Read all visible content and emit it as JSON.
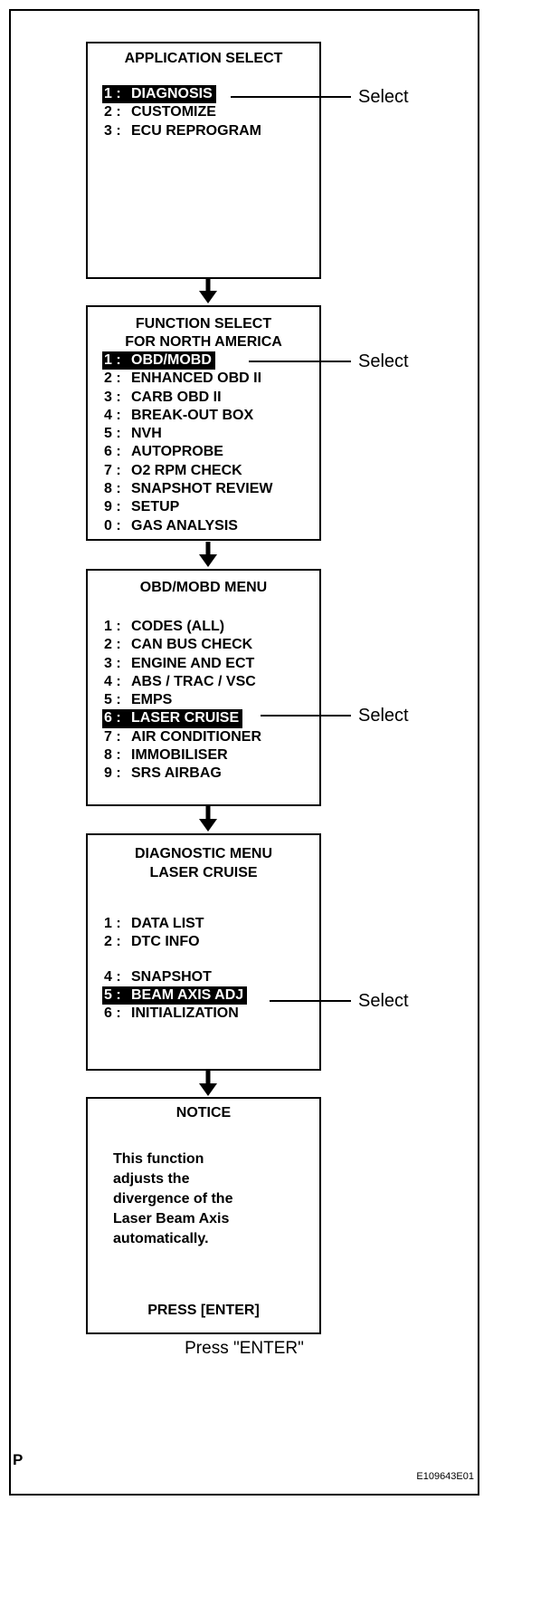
{
  "screen1": {
    "title": "APPLICATION SELECT",
    "items": [
      {
        "num": "1 :",
        "label": "DIAGNOSIS",
        "selected": true
      },
      {
        "num": "2 :",
        "label": "CUSTOMIZE"
      },
      {
        "num": "3 :",
        "label": "ECU REPROGRAM"
      }
    ],
    "callout": "Select"
  },
  "screen2": {
    "title_line1": "FUNCTION SELECT",
    "title_line2": "FOR NORTH AMERICA",
    "items": [
      {
        "num": "1 :",
        "label": "OBD/MOBD",
        "selected": true
      },
      {
        "num": "2 :",
        "label": "ENHANCED OBD II"
      },
      {
        "num": "3 :",
        "label": "CARB OBD II"
      },
      {
        "num": "4 :",
        "label": "BREAK-OUT BOX"
      },
      {
        "num": "5 :",
        "label": "NVH"
      },
      {
        "num": "6 :",
        "label": "AUTOPROBE"
      },
      {
        "num": "7 :",
        "label": "O2 RPM CHECK"
      },
      {
        "num": "8 :",
        "label": "SNAPSHOT REVIEW"
      },
      {
        "num": "9 :",
        "label": "SETUP"
      },
      {
        "num": "0 :",
        "label": "GAS ANALYSIS"
      }
    ],
    "callout": "Select"
  },
  "screen3": {
    "title": "OBD/MOBD MENU",
    "items": [
      {
        "num": "1 :",
        "label": "CODES (ALL)"
      },
      {
        "num": "2 :",
        "label": "CAN BUS CHECK"
      },
      {
        "num": "3 :",
        "label": "ENGINE AND ECT"
      },
      {
        "num": "4 :",
        "label": "ABS / TRAC / VSC"
      },
      {
        "num": "5 :",
        "label": "EMPS"
      },
      {
        "num": "6 :",
        "label": "LASER CRUISE",
        "selected": true
      },
      {
        "num": "7 :",
        "label": "AIR CONDITIONER"
      },
      {
        "num": "8 :",
        "label": "IMMOBILISER"
      },
      {
        "num": "9 :",
        "label": "SRS AIRBAG"
      }
    ],
    "callout": "Select"
  },
  "screen4": {
    "title_line1": "DIAGNOSTIC MENU",
    "title_line2": "LASER CRUISE",
    "items": [
      {
        "num": "1 :",
        "label": "DATA LIST"
      },
      {
        "num": "2 :",
        "label": "DTC INFO"
      },
      {
        "num": "4 :",
        "label": "SNAPSHOT",
        "gap": true
      },
      {
        "num": "5 :",
        "label": "BEAM AXIS ADJ",
        "selected": true
      },
      {
        "num": "6 :",
        "label": "INITIALIZATION"
      }
    ],
    "callout": "Select"
  },
  "screen5": {
    "title": "NOTICE",
    "text_lines": [
      "This function",
      "adjusts the",
      "divergence of the",
      "Laser Beam Axis",
      "automatically."
    ],
    "button": "PRESS [ENTER]"
  },
  "caption": "Press \"ENTER\"",
  "page_letter": "P",
  "figure_code": "E109643E01"
}
